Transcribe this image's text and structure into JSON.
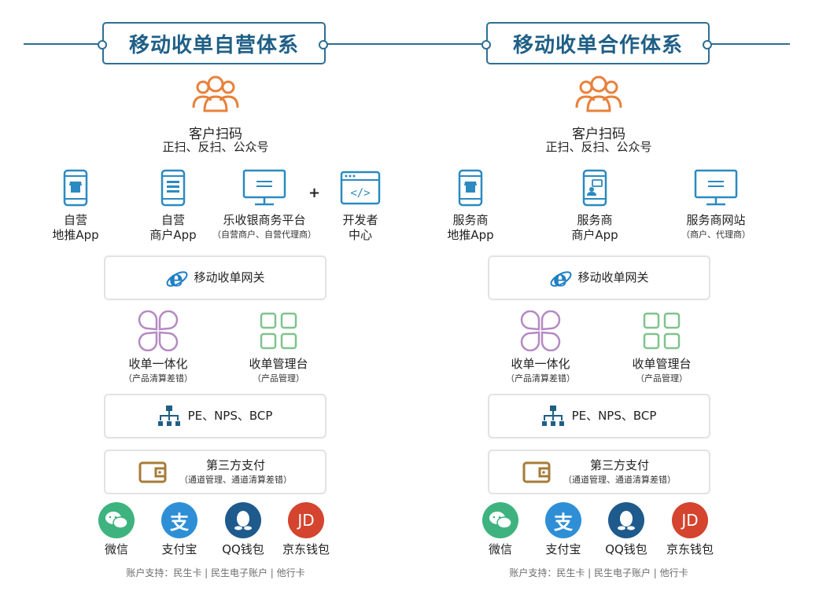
{
  "colors": {
    "line_blue": "#2e6e93",
    "title_blue": "#1f5f86",
    "user_orange": "#e8813a",
    "device_blue": "#2b8ac0",
    "ie_blue": "#1f7fc4",
    "flower_purple": "#b48ac2",
    "grid_green": "#7fc38c",
    "tree_blue": "#1f5f86",
    "wallet_gold": "#a67b39",
    "wechat_green": "#3fb37f",
    "alipay_blue": "#2e8fd6",
    "qq_navy": "#1e5a8c",
    "jd_red": "#d4442e"
  },
  "left": {
    "title": "移动收单自营体系",
    "customer_title": "客户扫码",
    "customer_sub": "正扫、反扫、公众号",
    "channels": [
      {
        "icon": "phone-shop-icon",
        "line1": "自营",
        "line2": "地推App"
      },
      {
        "icon": "phone-list-icon",
        "line1": "自营",
        "line2": "商户App"
      },
      {
        "icon": "monitor-icon",
        "line1": "乐收银商务平台",
        "line2": "（自营商户、自营代理商）"
      },
      {
        "icon": "code-window-icon",
        "line1": "开发者",
        "line2": "中心"
      }
    ],
    "plus": "+",
    "gateway": "移动收单网关",
    "modules": [
      {
        "icon": "clover-icon",
        "title": "收单一体化",
        "sub": "（产品清算差错）"
      },
      {
        "icon": "grid-icon",
        "title": "收单管理台",
        "sub": "（产品管理）"
      }
    ],
    "systems": "PE、NPS、BCP",
    "third_party_title": "第三方支付",
    "third_party_sub": "（通道管理、通道清算差错）",
    "payments": [
      {
        "icon": "wechat-icon",
        "label": "微信",
        "glyph": ""
      },
      {
        "icon": "alipay-icon",
        "label": "支付宝",
        "glyph": "支"
      },
      {
        "icon": "qq-icon",
        "label": "QQ钱包",
        "glyph": ""
      },
      {
        "icon": "jd-icon",
        "label": "京东钱包",
        "glyph": "JD"
      }
    ],
    "footer": "账户支持：民生卡 | 民生电子账户 | 他行卡"
  },
  "right": {
    "title": "移动收单合作体系",
    "customer_title": "客户扫码",
    "customer_sub": "正扫、反扫、公众号",
    "channels": [
      {
        "icon": "phone-shop-icon",
        "line1": "服务商",
        "line2": "地推App"
      },
      {
        "icon": "phone-chat-icon",
        "line1": "服务商",
        "line2": "商户App"
      },
      {
        "icon": "monitor-icon",
        "line1": "服务商网站",
        "line2": "（商户、代理商）"
      }
    ],
    "gateway": "移动收单网关",
    "modules": [
      {
        "icon": "clover-icon",
        "title": "收单一体化",
        "sub": "（产品清算差错）"
      },
      {
        "icon": "grid-icon",
        "title": "收单管理台",
        "sub": "（产品管理）"
      }
    ],
    "systems": "PE、NPS、BCP",
    "third_party_title": "第三方支付",
    "third_party_sub": "（通道管理、通道清算差错）",
    "payments": [
      {
        "icon": "wechat-icon",
        "label": "微信",
        "glyph": ""
      },
      {
        "icon": "alipay-icon",
        "label": "支付宝",
        "glyph": "支"
      },
      {
        "icon": "qq-icon",
        "label": "QQ钱包",
        "glyph": ""
      },
      {
        "icon": "jd-icon",
        "label": "京东钱包",
        "glyph": "JD"
      }
    ],
    "footer": "账户支持：民生卡 | 民生电子账户 | 他行卡"
  }
}
